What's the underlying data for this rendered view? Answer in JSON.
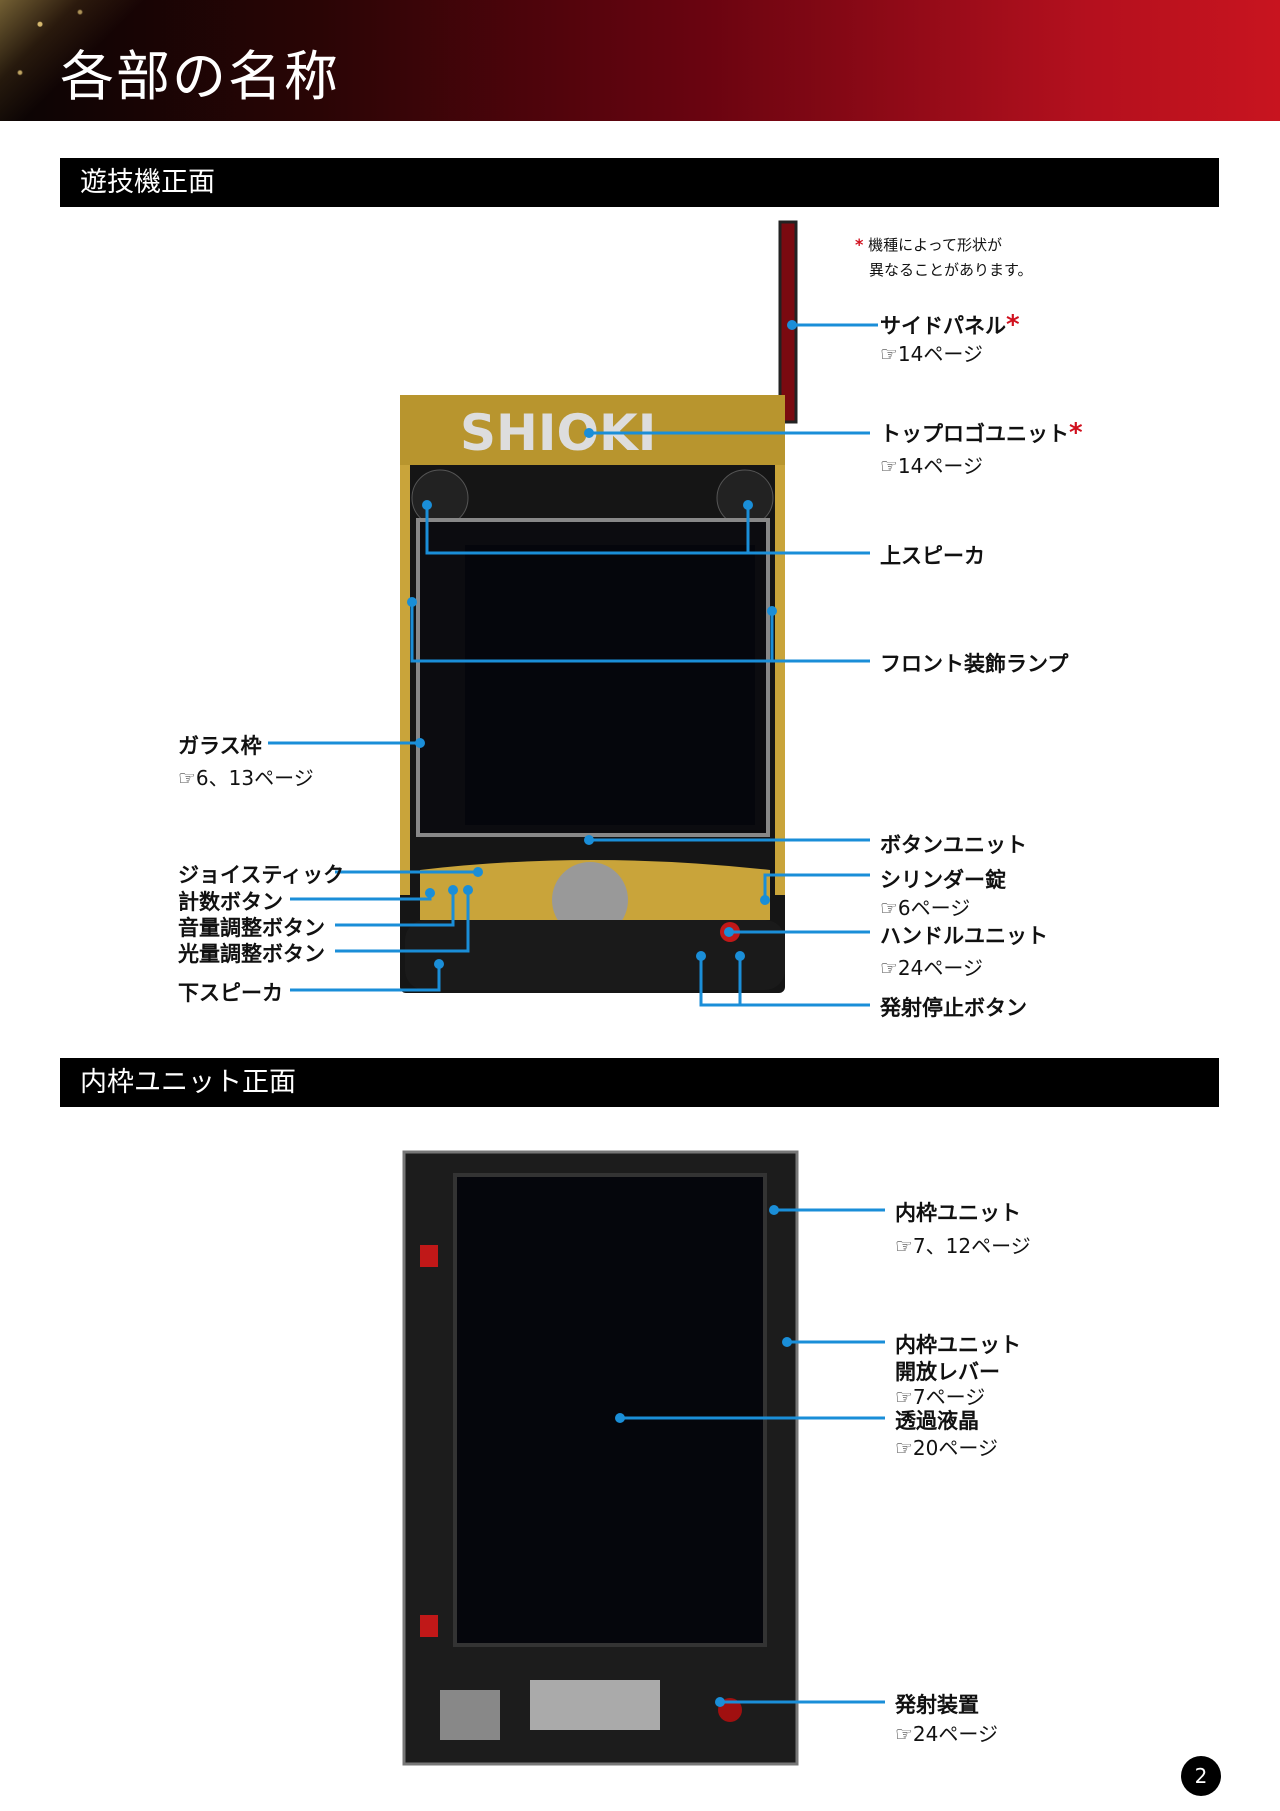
{
  "header": {
    "title": "各部の名称"
  },
  "sections": {
    "front": "遊技機正面",
    "inner": "内枠ユニット正面"
  },
  "note": {
    "mark": "*",
    "line1": "機種によって形状が",
    "line2": "異なることがあります。"
  },
  "front_labels": {
    "side_panel": {
      "label": "サイドパネル",
      "mark": "*",
      "ref": "☞14ページ"
    },
    "top_logo": {
      "label": "トップロゴユニット",
      "mark": "*",
      "ref": "☞14ページ"
    },
    "upper_speaker": {
      "label": "上スピーカ"
    },
    "front_lamp": {
      "label": "フロント装飾ランプ"
    },
    "glass_frame": {
      "label": "ガラス枠",
      "ref": "☞6、13ページ"
    },
    "button_unit": {
      "label": "ボタンユニット"
    },
    "cylinder_lock": {
      "label": "シリンダー錠",
      "ref": "☞6ページ"
    },
    "handle_unit": {
      "label": "ハンドルユニット",
      "ref": "☞24ページ"
    },
    "stop_button": {
      "label": "発射停止ボタン"
    },
    "joystick": {
      "label": "ジョイスティック"
    },
    "count_button": {
      "label": "計数ボタン"
    },
    "volume_button": {
      "label": "音量調整ボタン"
    },
    "light_button": {
      "label": "光量調整ボタン"
    },
    "lower_speaker": {
      "label": "下スピーカ"
    },
    "logo_text": "SHIOKI"
  },
  "inner_labels": {
    "inner_unit": {
      "label": "内枠ユニット",
      "ref": "☞7、12ページ"
    },
    "lever": {
      "label1": "内枠ユニット",
      "label2": "開放レバー",
      "ref": "☞7ページ"
    },
    "lcd": {
      "label": "透過液晶",
      "ref": "☞20ページ"
    },
    "launcher": {
      "label": "発射装置",
      "ref": "☞24ページ"
    }
  },
  "page_number": "2",
  "colors": {
    "leader": "#1a8ed8",
    "accent": "#d0101e"
  }
}
